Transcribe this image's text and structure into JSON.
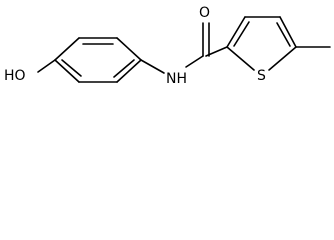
{
  "molecule": {
    "atom_labels": {
      "hydroxyl": "HO",
      "amide_nh": "NH",
      "carbonyl_o": "O",
      "thiophene_s": "S"
    },
    "colors": {
      "bond": "#000000",
      "label": "#000000",
      "background": "#ffffff"
    }
  }
}
